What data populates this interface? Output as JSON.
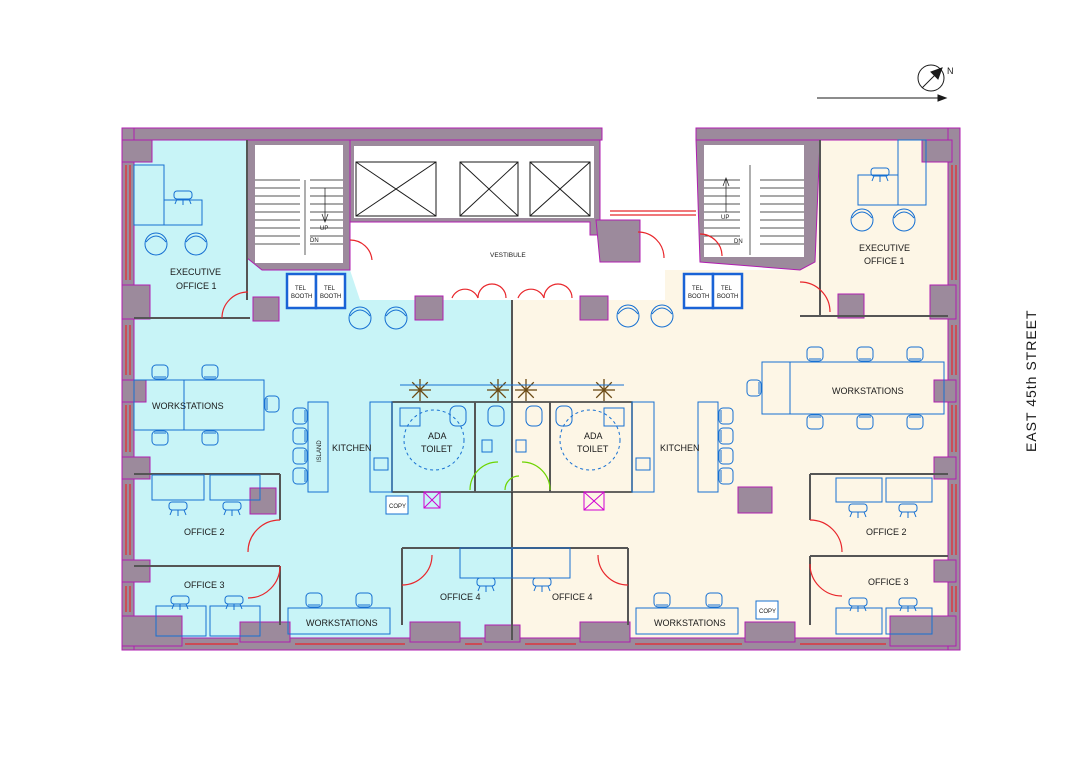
{
  "colors": {
    "wall": "#9c8a9c",
    "wall_outline": "#b01eb0",
    "west_suite": "#c8f4f7",
    "east_suite": "#fdf6e6",
    "core": "#ffffff",
    "window": "#e8262b",
    "furniture": "#1670d2",
    "tel_booth": "#1a63d6",
    "door": "#e8262b",
    "toilet_door": "#6dd400",
    "plumbing_fixture": "#d100d1",
    "plant": "#6b4a14"
  },
  "compass": {
    "north_label": "N"
  },
  "street": {
    "label": "EAST  45th STREET"
  },
  "core": {
    "vestibule": "VESTIBULE",
    "stairs": {
      "up": "UP",
      "down": "DN"
    },
    "tel_booth_line1": "TEL",
    "tel_booth_line2": "BOOTH",
    "elevator_icon": "elevator-shaft-cross-icon"
  },
  "west_suite": {
    "executive_office": {
      "line1": "EXECUTIVE",
      "line2": "OFFICE 1"
    },
    "workstations": "WORKSTATIONS",
    "workstations_south": "WORKSTATIONS",
    "office_2": "OFFICE 2",
    "office_3": "OFFICE 3",
    "office_4": "OFFICE 4",
    "kitchen": "KITCHEN",
    "island": "ISLAND",
    "ada_toilet": {
      "line1": "ADA",
      "line2": "TOILET"
    },
    "copy": "COPY"
  },
  "east_suite": {
    "executive_office": {
      "line1": "EXECUTIVE",
      "line2": "OFFICE 1"
    },
    "workstations": "WORKSTATIONS",
    "workstations_south": "WORKSTATIONS",
    "office_2": "OFFICE 2",
    "office_3": "OFFICE 3",
    "office_4": "OFFICE 4",
    "kitchen": "KITCHEN",
    "ada_toilet": {
      "line1": "ADA",
      "line2": "TOILET"
    },
    "copy": "COPY"
  }
}
